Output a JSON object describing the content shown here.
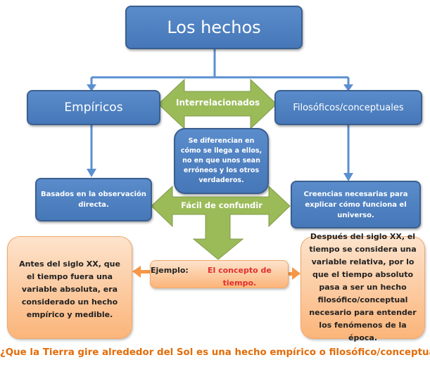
{
  "title": "Los hechos",
  "empiricos": "Empíricos",
  "filosoficos": "Filosóficos/conceptuales",
  "interrelacionados": "Interrelacionados",
  "center_note": "Se diferencian en cómo se llega a ellos, no en que unos sean erróneos y los otros verdaderos.",
  "empiricos_desc": "Basados en la observación directa.",
  "filosoficos_desc": "Creencias necesarias para explicar cómo funciona el universo.",
  "facil": "Fácil de confundir",
  "example_label": "Ejemplo:",
  "example_value": "El concepto de tiempo.",
  "before": "Antes del siglo XX, que el tiempo fuera una variable absoluta, era considerado un hecho empírico y medible.",
  "after": "Después del siglo XX, el tiempo se considera una variable relativa, por lo que el tiempo absoluto pasa a ser un hecho filosófico/conceptual necesario para entender los fenómenos de la época.",
  "question": "¿Que la Tierra gire alrededor del Sol es una hecho empírico o filosófico/conceptual?",
  "colors": {
    "blue": "#4f81bd",
    "green": "#9bbb59",
    "orange": "#f79646",
    "question": "#e36c09",
    "red": "#e03030"
  }
}
